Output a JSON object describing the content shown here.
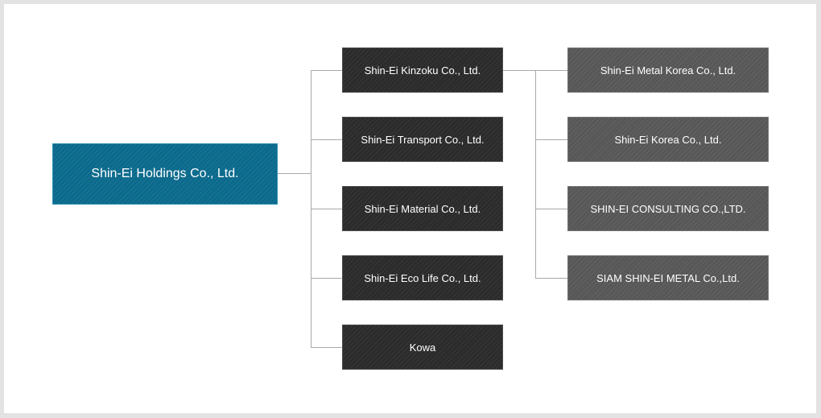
{
  "root": {
    "label": "Shin-Ei Holdings Co., Ltd."
  },
  "subsidiaries": [
    {
      "label": "Shin-Ei Kinzoku Co., Ltd."
    },
    {
      "label": "Shin-Ei Transport Co., Ltd."
    },
    {
      "label": "Shin-Ei Material Co., Ltd."
    },
    {
      "label": "Shin-Ei Eco Life Co., Ltd."
    },
    {
      "label": "Kowa"
    }
  ],
  "kinzoku_subsidiaries": [
    {
      "label": "Shin-Ei Metal Korea Co., Ltd."
    },
    {
      "label": "Shin-Ei Korea Co., Ltd."
    },
    {
      "label": "SHIN-EI CONSULTING CO.,LTD."
    },
    {
      "label": "SIAM SHIN-EI METAL Co.,Ltd."
    }
  ],
  "colors": {
    "root": "#0b6a8c",
    "subsidiary": "#2b2b2b",
    "overseas": "#575757",
    "connector": "#a9a9a9"
  }
}
